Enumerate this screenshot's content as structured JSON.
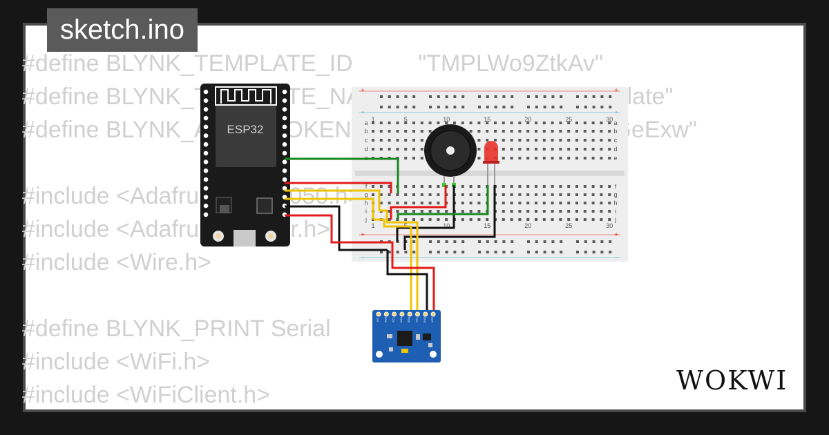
{
  "sketch": {
    "filename": "sketch.ino"
  },
  "code_lines": [
    "#define BLYNK_TEMPLATE_ID          \"TMPLWo9ZtkAv\"",
    "#define BLYNK_TEMPLATE_NAME        \"Quickstart Template\"",
    "#define BLYNK_AUTH_TOKEN           \"RcS45FcRkQJ4qGeExw\"",
    "",
    "#include <Adafruit_MPU6050.h>",
    "#include <Adafruit_Sensor.h>",
    "#include <Wire.h>",
    "",
    "#define BLYNK_PRINT Serial",
    "#include <WiFi.h>",
    "#include <WiFiClient.h>"
  ],
  "esp32": {
    "label": "ESP32"
  },
  "breadboard": {
    "column_numbers": [
      "1",
      "5",
      "10",
      "15",
      "20",
      "25",
      "30"
    ],
    "row_letters_top": [
      "a",
      "b",
      "c",
      "d",
      "e"
    ],
    "row_letters_bottom": [
      "f",
      "g",
      "h",
      "i",
      "j"
    ],
    "rail_plus": "+",
    "rail_minus": "-"
  },
  "mpu6050": {
    "pin_labels": [
      "INT",
      "AD0",
      "XCL",
      "XDA",
      "SDA",
      "SCL",
      "GND",
      "VCC"
    ]
  },
  "brand": {
    "logo": "WOKWI"
  },
  "colors": {
    "wire_green": "#16881d",
    "wire_red": "#e21b1b",
    "wire_yellow": "#f0c400",
    "wire_black": "#111111",
    "led_red": "#e8322b",
    "board_blue": "#1e5fb4",
    "code_text": "#d0d0d0"
  }
}
